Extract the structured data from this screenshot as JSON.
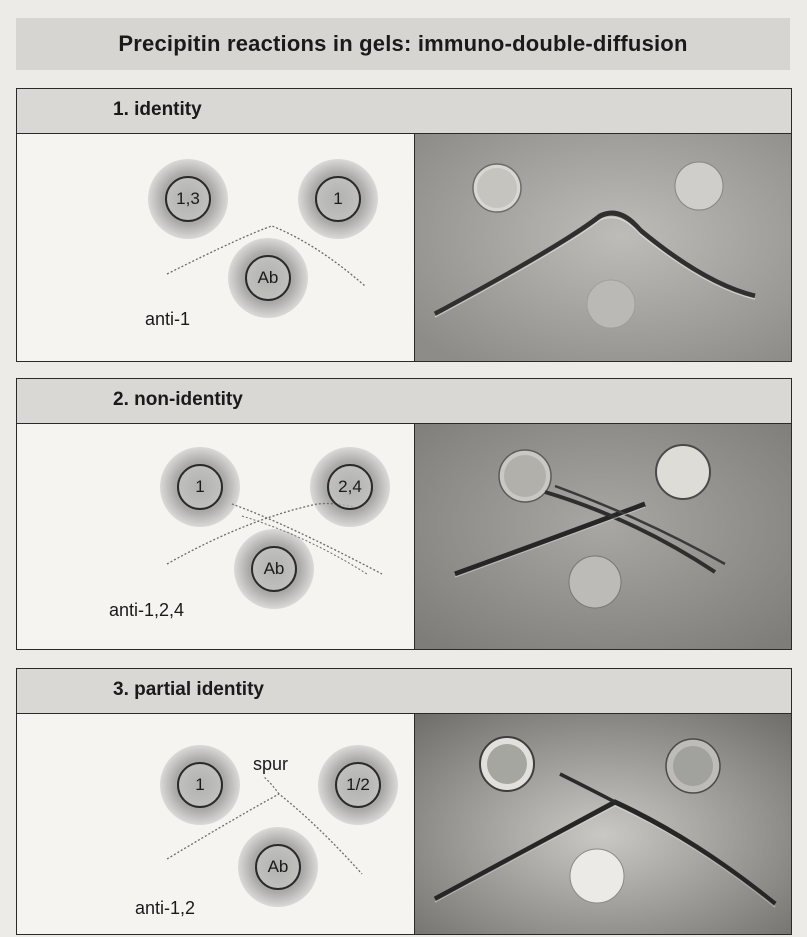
{
  "title": "Precipitin reactions in gels: immuno-double-diffusion",
  "panels": [
    {
      "heading": "1. identity",
      "wells": {
        "left": "1,3",
        "right": "1",
        "bottom": "Ab"
      },
      "caption": "anti-1",
      "spur_label": ""
    },
    {
      "heading": "2. non-identity",
      "wells": {
        "left": "1",
        "right": "2,4",
        "bottom": "Ab"
      },
      "caption": "anti-1,2,4",
      "spur_label": ""
    },
    {
      "heading": "3. partial identity",
      "wells": {
        "left": "1",
        "right": "1/2",
        "bottom": "Ab"
      },
      "caption": "anti-1,2",
      "spur_label": "spur"
    }
  ],
  "colors": {
    "background": "#ecebe8",
    "header_fill": "#d9d8d4",
    "photo_gel": "#a9a8a4",
    "precipitin_line": "#3a3a3a"
  }
}
